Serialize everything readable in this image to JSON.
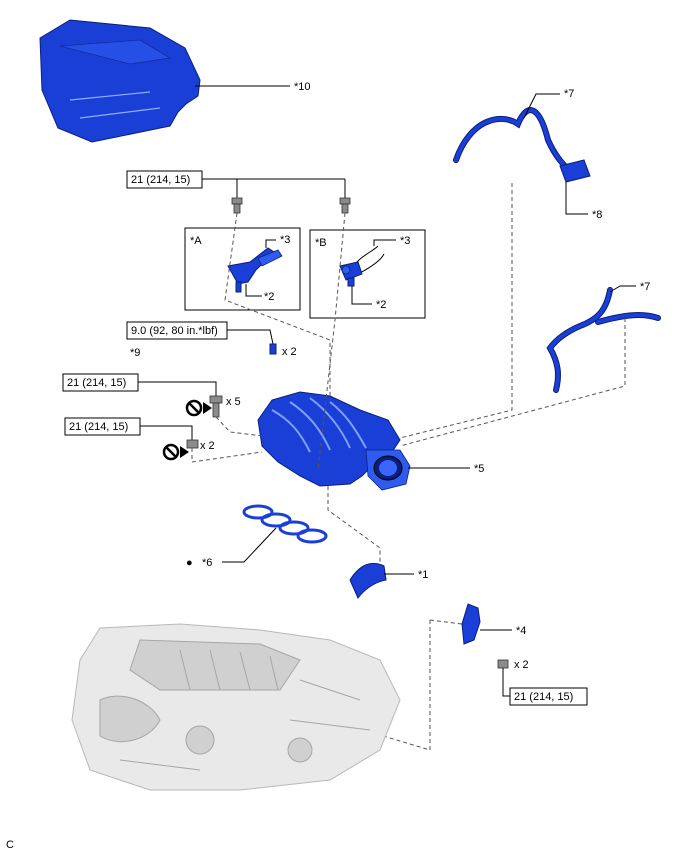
{
  "callouts": {
    "c10": "*10",
    "c7a": "*7",
    "c8": "*8",
    "c7b": "*7",
    "cA": "*A",
    "cB": "*B",
    "c3a": "*3",
    "c2a": "*2",
    "c3b": "*3",
    "c2b": "*2",
    "c9": "*9",
    "c5": "*5",
    "c6": "*6",
    "c1": "*1",
    "c4": "*4"
  },
  "torque": {
    "t_top": "21 (214, 15)",
    "t_9": "9.0 (92, 80 in.*lbf)",
    "t_mid": "21 (214, 15)",
    "t_low": "21 (214, 15)",
    "t_br": "21 (214, 15)"
  },
  "qty": {
    "q9": "x 2",
    "q5": "x 5",
    "q2": "x 2",
    "q4": "x 2"
  },
  "marks": {
    "bullet": "●"
  },
  "figure_code": "C",
  "colors": {
    "part_blue": "#1a3fd6",
    "engine_gray": "#e9e9e9"
  }
}
